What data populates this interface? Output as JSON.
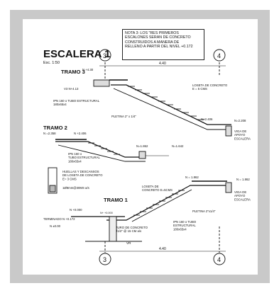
{
  "title": "ESCALERA 1",
  "scale": "Esc. 1:50",
  "note": "NOTA 3: LOS \"RES PRIMEROS\nESCALONES SERAN DE CONCRETO\nCONSTRUIDOS A MANERA DE\nRELLENO A PARTIR DEL NIVEL +0.172",
  "axes": {
    "left": "3",
    "right": "4",
    "dim_top": "4.40",
    "dim_bottom": "4.40"
  },
  "tramo3": {
    "label": "TRAMO 3",
    "n_top": "N +4.30",
    "v3": "V3 N+4.13",
    "losa": "LOSETA DE CONCRETO\nE = 5 CMS",
    "ipn": "IPN 160 o TUBO ESTRUCTURAL\n180x65x4",
    "pletina": "PLETINA 2\" x 1/4\"",
    "n_land": "N+2.406",
    "n_right": "N=2.208",
    "viga": "VIGA DE\nAPOYO\nESCALERA"
  },
  "tramo2": {
    "label": "TRAMO 2",
    "n_left": "N =2.358",
    "n_top": "N +2.406",
    "ipn": "IPN 160 o\nTUBO ESTRUCTURAL\n180x65x4",
    "n_mid": "N=1.862",
    "n_end": "N=1.642"
  },
  "detail": {
    "huellas": "HUELLAS Y DESCANSOS\nDE LOSETA DE CONCRETO\nE= 3 CMS",
    "refuerzo": "1Ø8mm@30MS a/s"
  },
  "tramo1": {
    "label": "TRAMO 1",
    "n_top": "N = 1.862",
    "n_right": "N = 1.862",
    "losa": "LOSETA DE\nCONCRETO E=5CMS",
    "viga": "VIGA DE\nAPOYO\nESCALERA",
    "pletina": "PLETINA 2\"x1/4\"",
    "ipn": "IPN 160 o TUBO\nESTRUCTURAL\n180x65x4",
    "muro": "MURO DE CONCRETO\nØ1/2\" @ 15 CM a/s",
    "n_base": "N +0.000",
    "n_base2": "N+ +0.000",
    "terminado": "TERMINADO N +0.172",
    "n_floor": "N ±0.00",
    "vr": "VR"
  }
}
